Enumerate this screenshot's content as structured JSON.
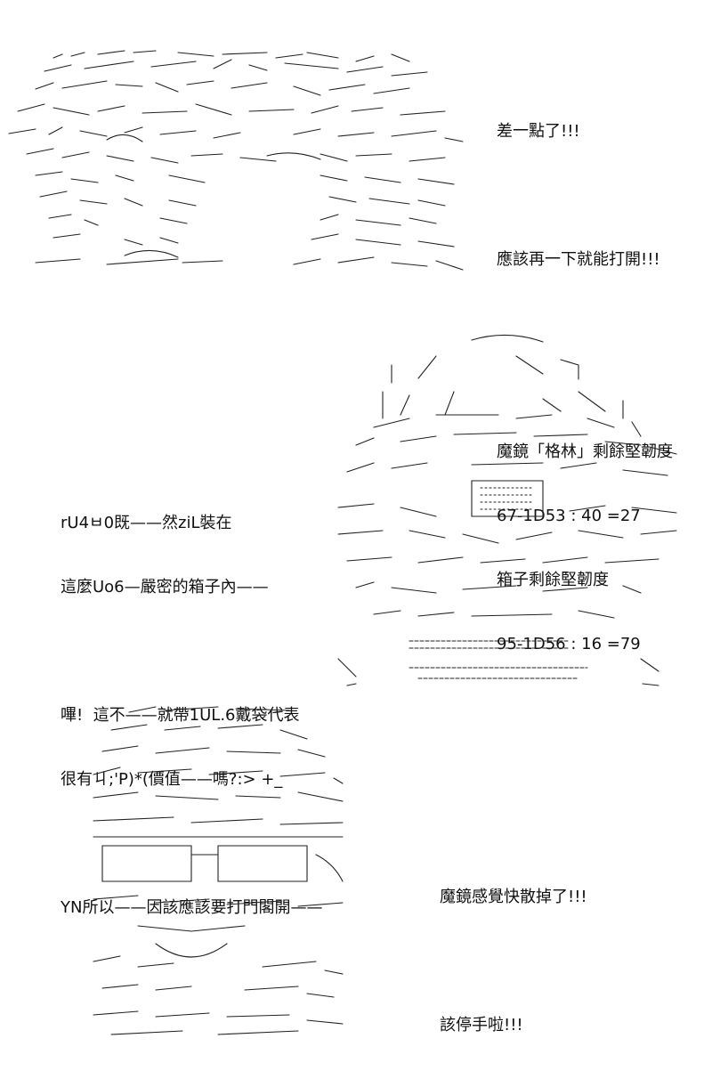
{
  "panels": [
    {
      "figure": "ascii-art-gorilla",
      "lines": [
        "差一點了!!!",
        "",
        "應該再一下就能打開!!!",
        "",
        "",
        "魔鏡「格林」剩餘堅韌度",
        "67-1D53 : 40 =27",
        "箱子剩餘堅韌度",
        "95-1D56 : 16 =79"
      ]
    },
    {
      "figure": "ascii-art-screaming-face",
      "lines": [
        "rU4ㅂ0既——然ziL裝在",
        "這麼Uo6—嚴密的箱子內——",
        "",
        "嗶!  這不——就帶1UL.6戴袋代表",
        "很有ㄐ;'P)*(價值——嗎?:> +_",
        "",
        "YN所以——因該應該要打門閣開——"
      ]
    },
    {
      "figure": "ascii-art-sunglasses-face",
      "lines": [
        "魔鏡感覺快散掉了!!!",
        "",
        "該停手啦!!!"
      ]
    }
  ]
}
